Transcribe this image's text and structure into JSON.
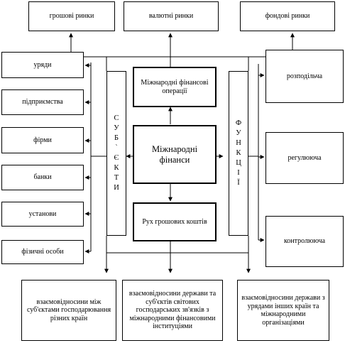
{
  "markets": [
    "грошові ринки",
    "валютні ринки",
    "фондові ринки"
  ],
  "subjects_boxes": [
    "уряди",
    "підприємства",
    "фірми",
    "банки",
    "установи",
    "фізичні особи"
  ],
  "subjects_title": [
    "С",
    "У",
    "Б",
    "`",
    "Є",
    "К",
    "Т",
    "И"
  ],
  "functions_title": [
    "Ф",
    "У",
    "Н",
    "К",
    "Ц",
    "І",
    "Ї"
  ],
  "functions_boxes": [
    "розподільча",
    "регулююча",
    "контролююча"
  ],
  "center": {
    "top": "Міжнародні фінансові операції",
    "main": "Міжнародні фінанси",
    "bottom": "Рух грошових коштів"
  },
  "relations": [
    "взаємовідносини між суб'єктами господарювання різних країн",
    "взаємовідносини держави та суб'єктів світових господарських зв'язків з міжнародними фінансовими інституціями",
    "взаємовідносини держави з урядами інших країн та міжнародними організаціями"
  ]
}
